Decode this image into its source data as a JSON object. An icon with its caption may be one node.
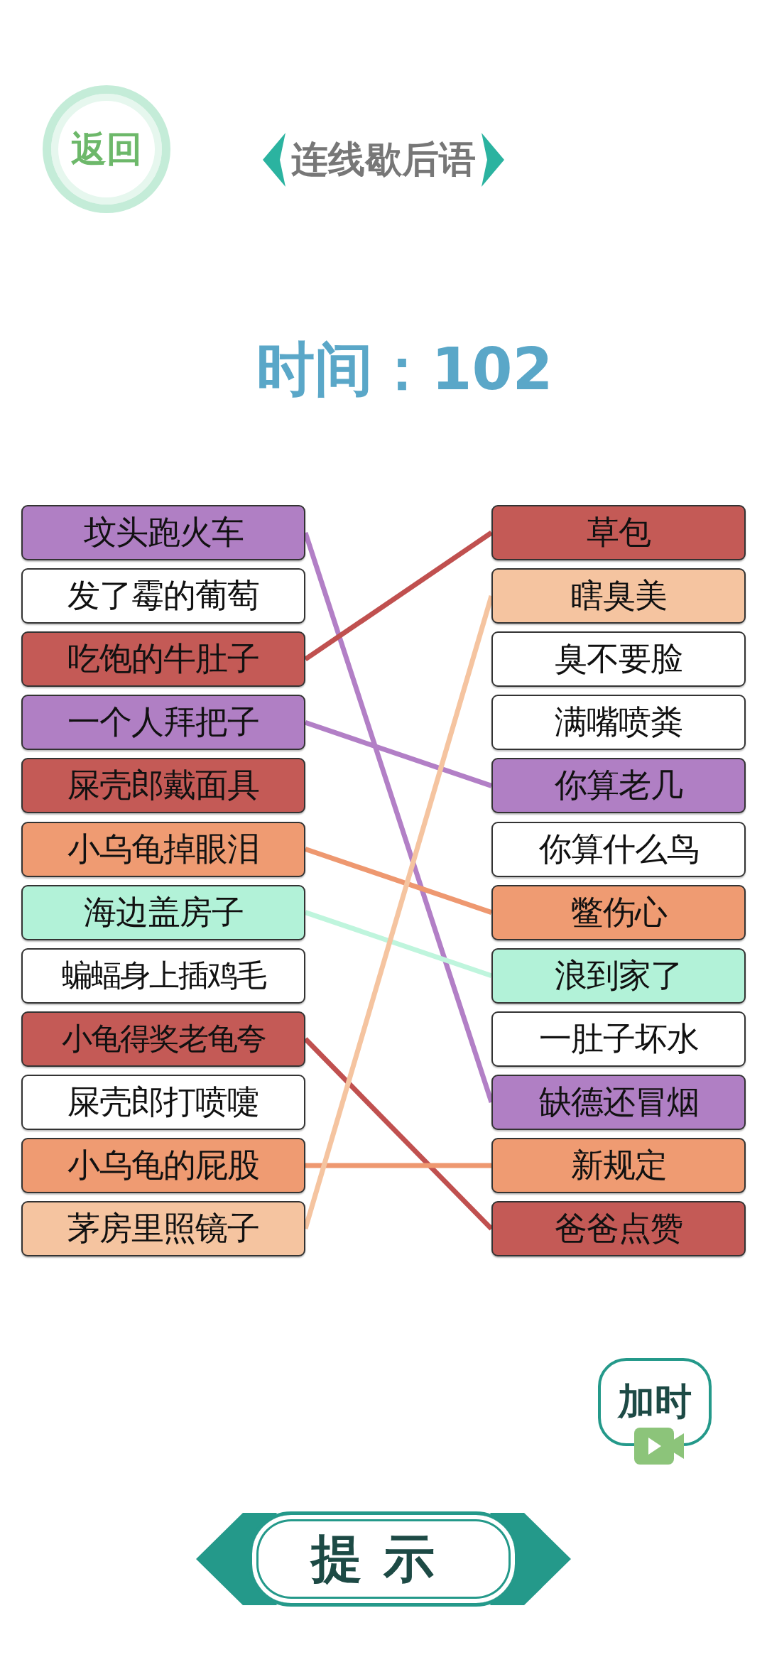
{
  "diagram": {
    "title": "连线歇后语",
    "nodes": [
      {
        "text": [
          "返回"
        ]
      },
      {
        "text": [
          "坟头跑火车"
        ]
      },
      {
        "text": [
          "发了霉的葡萄"
        ]
      },
      {
        "text": [
          "吃饱的牛肚子"
        ]
      },
      {
        "text": [
          "一个人拜把子"
        ]
      },
      {
        "text": [
          "屎壳郎戴面具"
        ]
      },
      {
        "text": [
          "小乌龟掉眼泪"
        ]
      },
      {
        "text": [
          "海边盖房子"
        ]
      },
      {
        "text": [
          "蝙蝠身上插鸡毛"
        ]
      },
      {
        "text": [
          "小龟得奖老龟夸"
        ]
      },
      {
        "text": [
          "屎壳郎打喷嚏"
        ]
      },
      {
        "text": [
          "小乌龟的屁股"
        ]
      },
      {
        "text": [
          "茅房里照镜子"
        ]
      },
      {
        "text": [
          "草包"
        ]
      },
      {
        "text": [
          "瞎臭美"
        ]
      },
      {
        "text": [
          "臭不要脸"
        ]
      },
      {
        "text": [
          "满嘴喷粪"
        ]
      },
      {
        "text": [
          "你算老几"
        ]
      },
      {
        "text": [
          "你算什么鸟"
        ]
      },
      {
        "text": [
          "鳖伤心"
        ]
      },
      {
        "text": [
          "浪到家了"
        ]
      },
      {
        "text": [
          "一肚子坏水"
        ]
      },
      {
        "text": [
          "缺德还冒烟"
        ]
      },
      {
        "text": [
          "新规定"
        ]
      },
      {
        "text": [
          "爸爸点赞"
        ]
      },
      {
        "text": [
          "加时"
        ]
      },
      {
        "text": [
          "提示"
        ]
      }
    ],
    "edges": [
      {
        "from": 1,
        "to": 22,
        "arrow": "none",
        "color": "#b27fc6"
      },
      {
        "from": 3,
        "to": 13,
        "arrow": "none",
        "color": "#c0504f"
      },
      {
        "from": 4,
        "to": 17,
        "arrow": "none",
        "color": "#b27fc6"
      },
      {
        "from": 6,
        "to": 19,
        "arrow": "none",
        "color": "#ee9870"
      },
      {
        "from": 7,
        "to": 20,
        "arrow": "none",
        "color": "#bff5dd"
      },
      {
        "from": 9,
        "to": 24,
        "arrow": "none",
        "color": "#c0504f"
      },
      {
        "from": 11,
        "to": 23,
        "arrow": "none",
        "color": "#ee9870"
      },
      {
        "from": 12,
        "to": 14,
        "arrow": "none",
        "color": "#f5c4a0"
      }
    ],
    "labels": [
      "时间：102"
    ]
  }
}
